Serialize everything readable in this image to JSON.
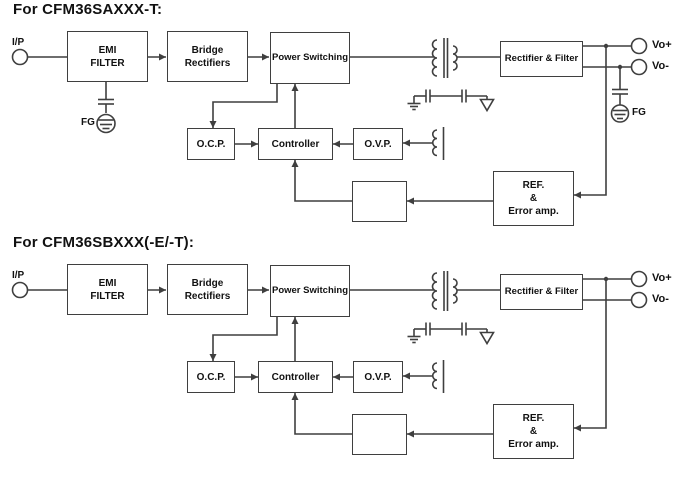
{
  "colors": {
    "line": "#3f3f3f",
    "text": "#111111",
    "background": "#ffffff"
  },
  "icons": {
    "input_terminal": "open-circle",
    "output_terminal": "open-circle",
    "earth_ground": "circle-with-horizontal-bars",
    "signal_ground": "hatched-ground",
    "chassis_ground": "open-triangle-down",
    "capacitor": "parallel-plates",
    "transformer": "dual-coil-with-core-lines",
    "aux_winding": "coil-with-core-line",
    "optocoupler": "phototransistor-and-zener",
    "arrowhead": "filled-triangle"
  },
  "diagrams": [
    {
      "title": "For CFM36SAXXX-T:",
      "input_label": "I/P",
      "fg_input_label": "FG",
      "fg_output_label": "FG",
      "output_pos_label": "Vo+",
      "output_neg_label": "Vo-",
      "blocks": {
        "emi_line1": "EMI",
        "emi_line2": "FILTER",
        "bridge_line1": "Bridge",
        "bridge_line2": "Rectifiers",
        "power_switching": "Power Switching",
        "rectifier_filter": "Rectifier & Filter",
        "ocp": "O.C.P.",
        "controller": "Controller",
        "ovp": "O.V.P.",
        "ref_line1": "REF.",
        "ref_line2": "&",
        "ref_line3": "Error amp."
      }
    },
    {
      "title": "For CFM36SBXXX(-E/-T):",
      "input_label": "I/P",
      "output_pos_label": "Vo+",
      "output_neg_label": "Vo-",
      "blocks": {
        "emi_line1": "EMI",
        "emi_line2": "FILTER",
        "bridge_line1": "Bridge",
        "bridge_line2": "Rectifiers",
        "power_switching": "Power Switching",
        "rectifier_filter": "Rectifier & Filter",
        "ocp": "O.C.P.",
        "controller": "Controller",
        "ovp": "O.V.P.",
        "ref_line1": "REF.",
        "ref_line2": "&",
        "ref_line3": "Error amp."
      }
    }
  ]
}
